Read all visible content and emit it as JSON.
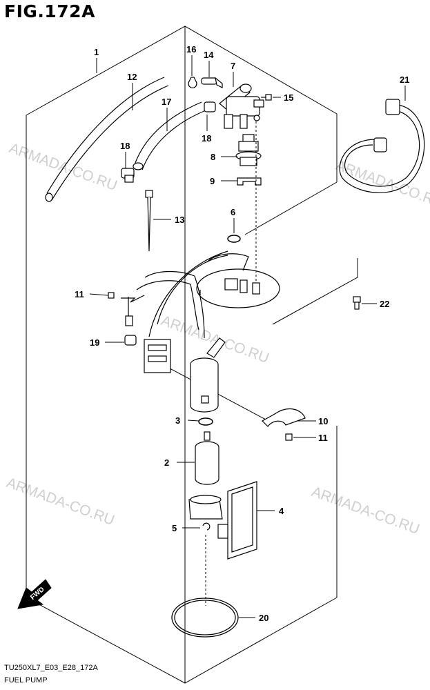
{
  "figure": {
    "title": "FIG.172A"
  },
  "watermark": "ARMADA-CO.RU",
  "forward_label": "FWD",
  "callouts": [
    "1",
    "2",
    "3",
    "4",
    "5",
    "6",
    "7",
    "8",
    "9",
    "10",
    "11",
    "11",
    "12",
    "13",
    "14",
    "15",
    "16",
    "17",
    "18",
    "18",
    "19",
    "20",
    "21",
    "22"
  ],
  "footer": {
    "code": "TU250XL7_E03_E28_172A",
    "name": "FUEL PUMP"
  }
}
